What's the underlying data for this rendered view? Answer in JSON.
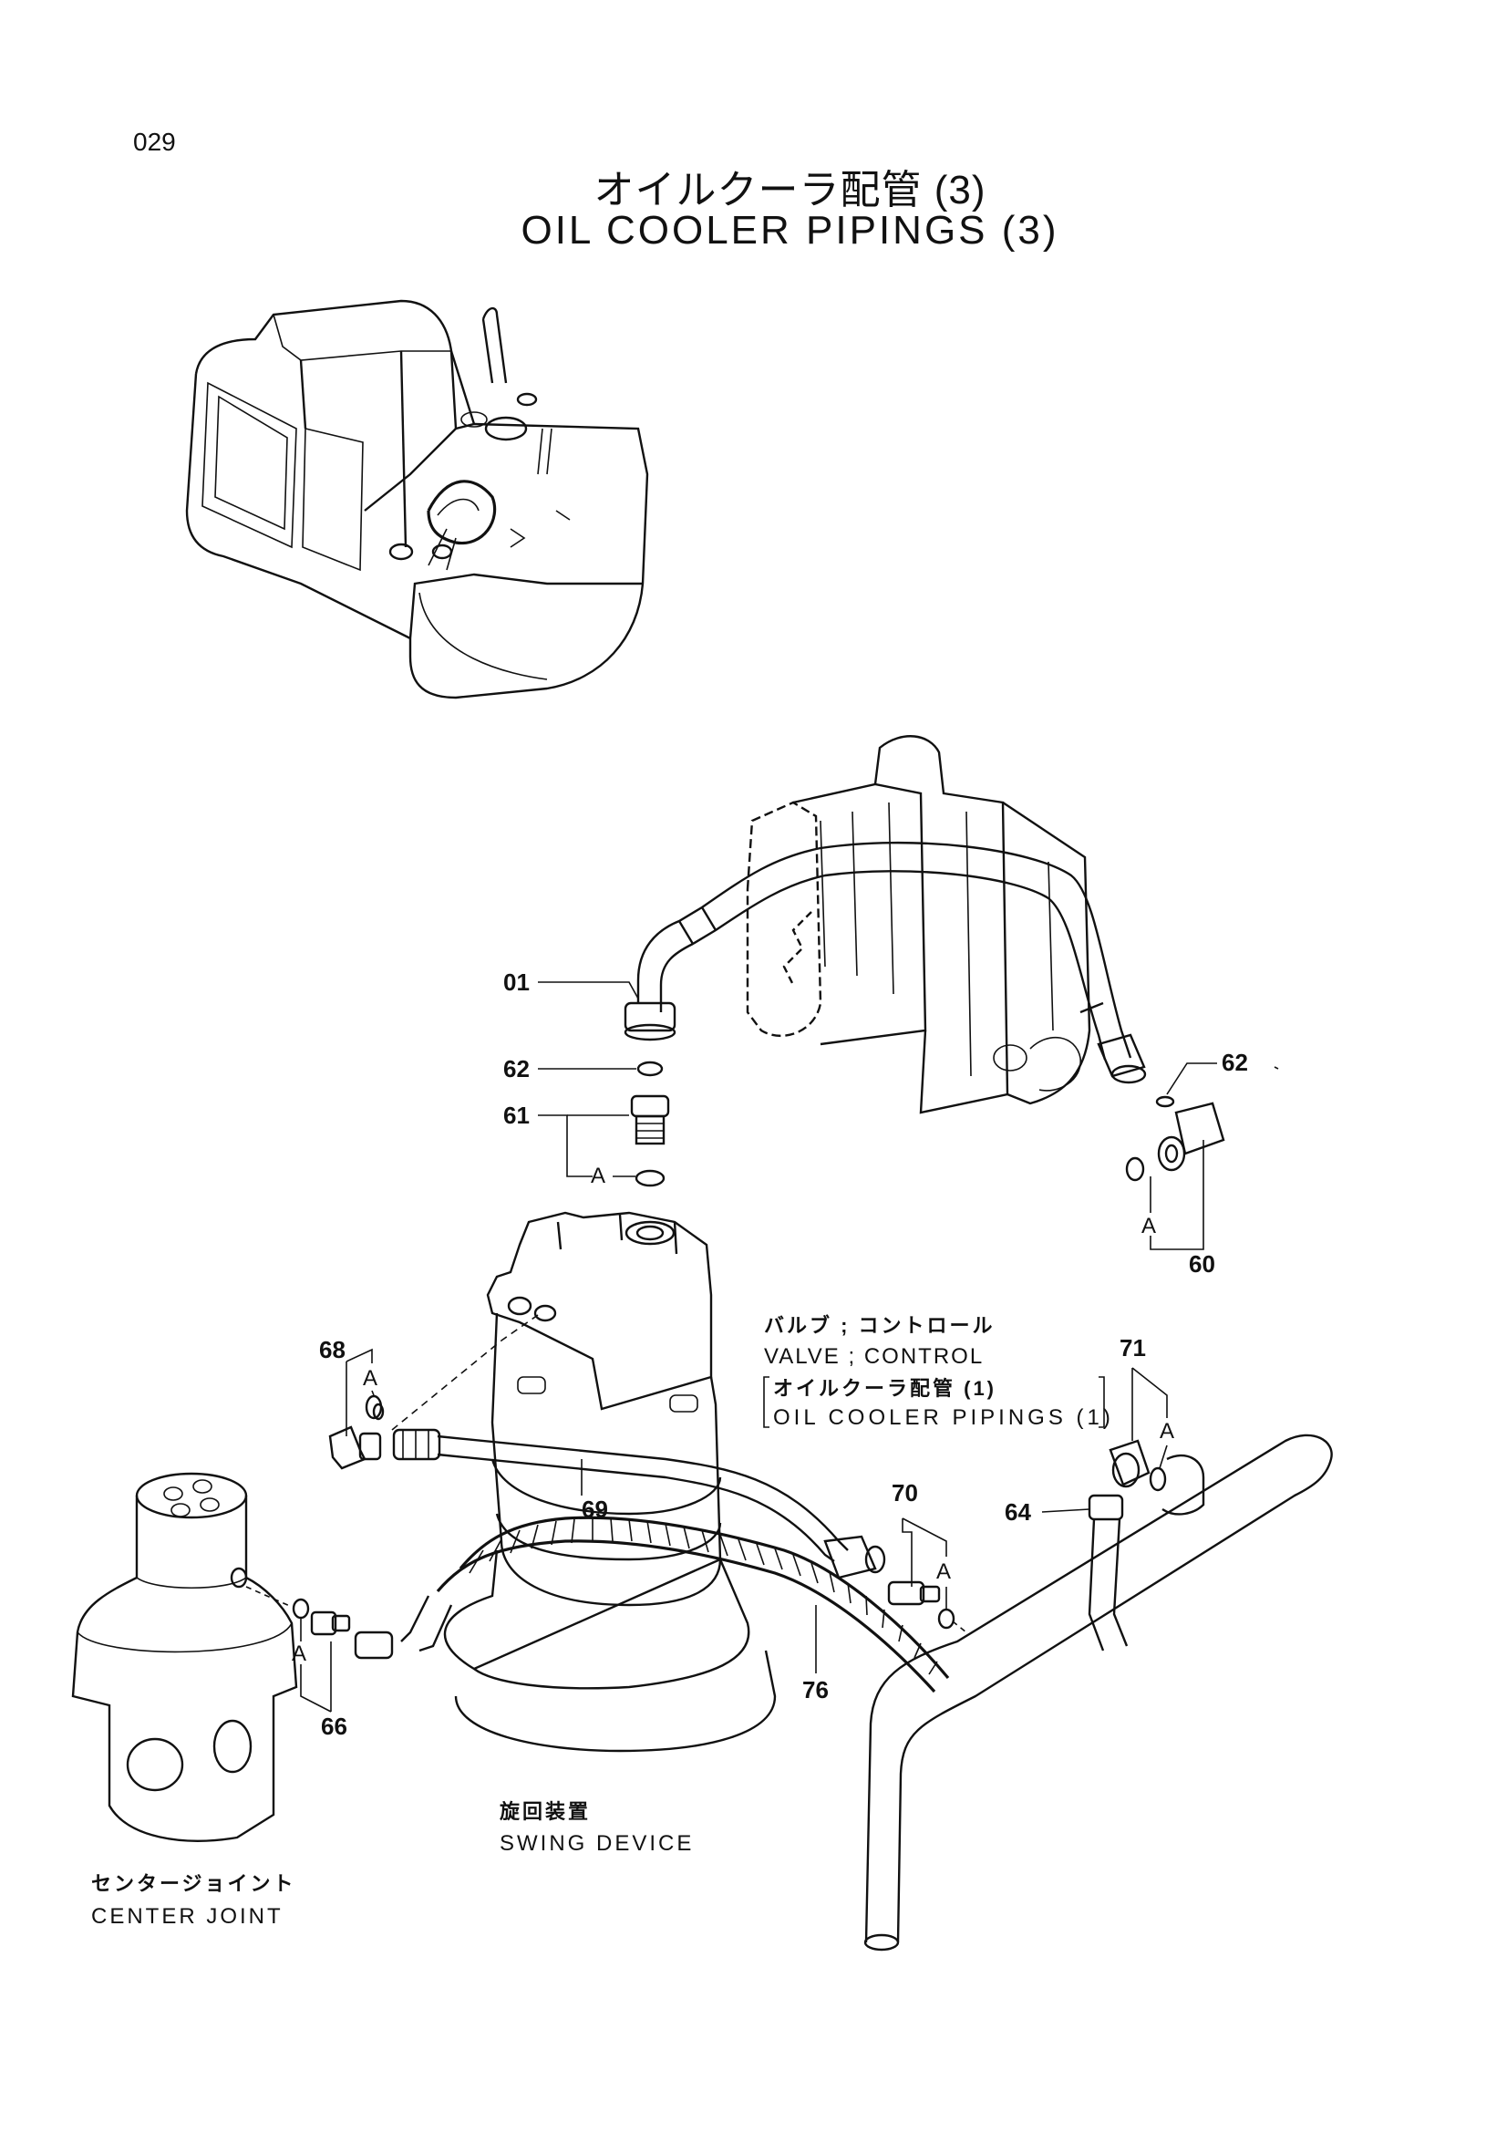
{
  "header": {
    "page_number": "029",
    "title_jp": "オイルクーラ配管 (3)",
    "title_en": "OIL COOLER PIPINGS (3)"
  },
  "callouts": {
    "p01": "01",
    "p62a": "62",
    "p61": "61",
    "p62b": "62",
    "p60": "60",
    "p68": "68",
    "p69": "69",
    "p70": "70",
    "p71": "71",
    "p64": "64",
    "p76": "76",
    "p66": "66",
    "marker": "A"
  },
  "captions": {
    "valve_jp": "バルブ ; コントロール",
    "valve_en": "VALVE ; CONTROL",
    "ref_jp": "オイルクーラ配管 (1)",
    "ref_en": "OIL COOLER PIPINGS (1)",
    "swing_jp": "旋回装置",
    "swing_en": "SWING DEVICE",
    "joint_jp": "センタージョイント",
    "joint_en": "CENTER JOINT"
  }
}
